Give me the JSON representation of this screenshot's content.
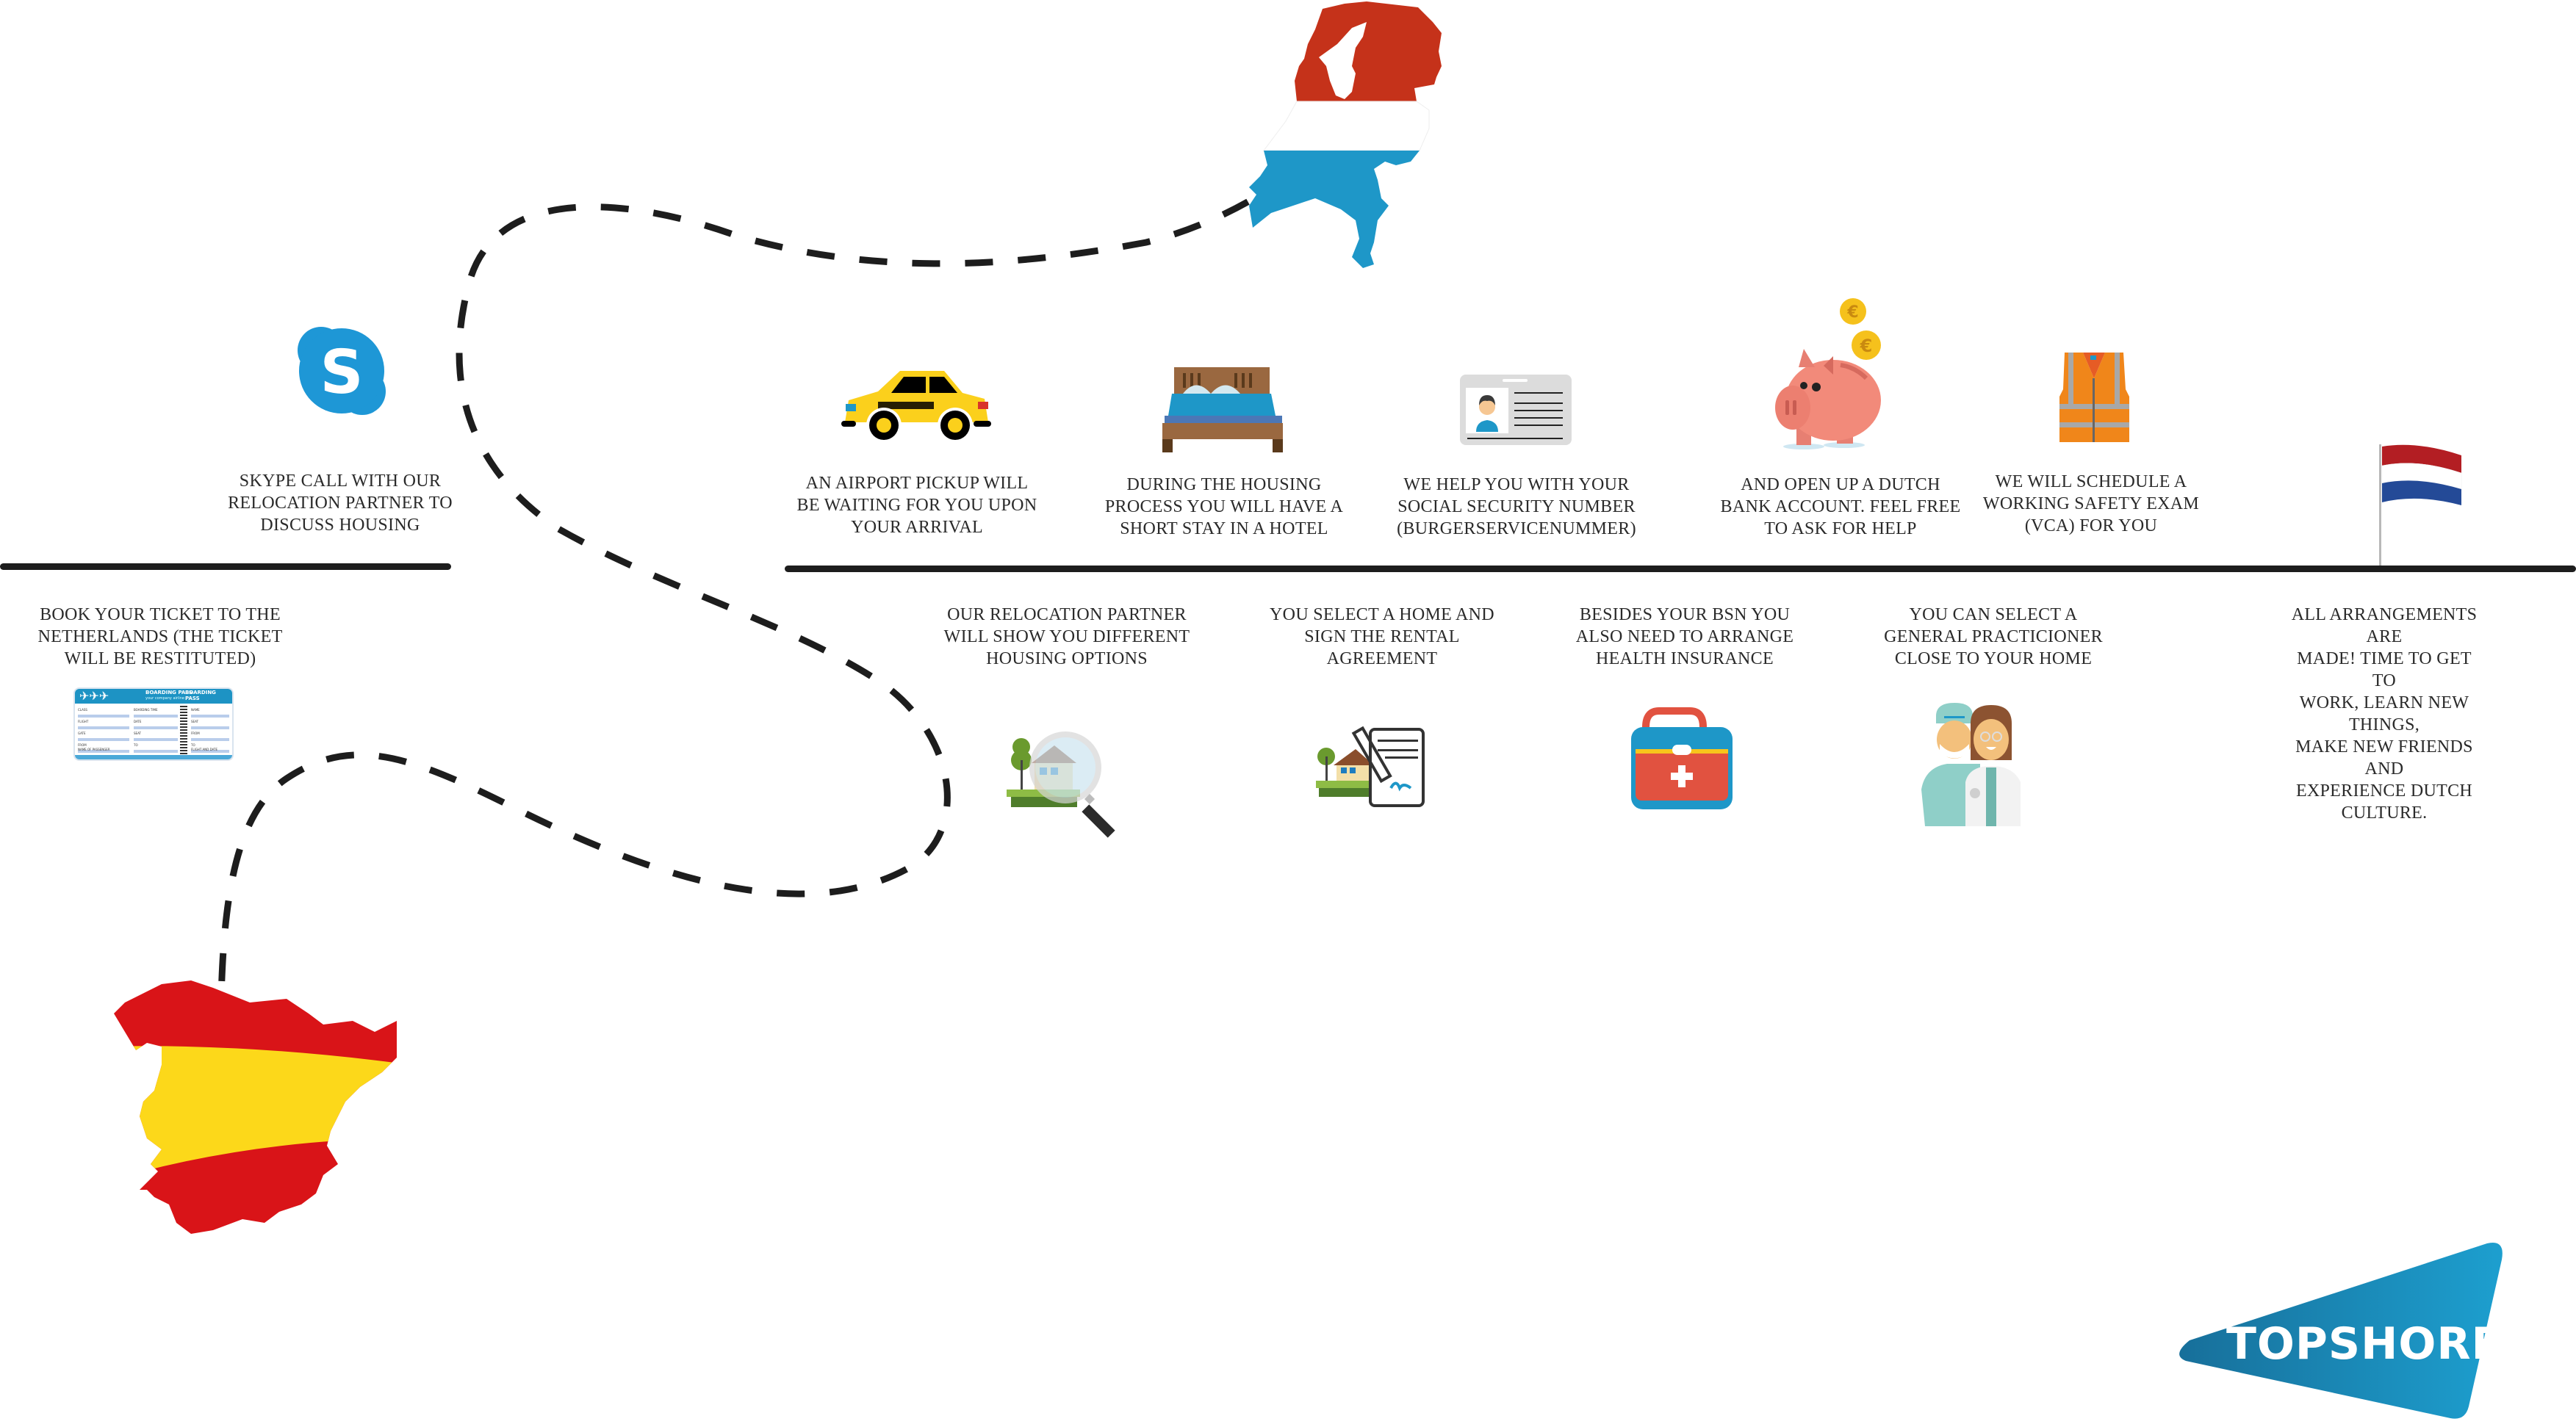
{
  "title": "Relocation journey from Spain to the Netherlands",
  "brand": {
    "name": "TOPSHORE",
    "color": "#1d93c4"
  },
  "colors": {
    "line": "#1d1d1d",
    "spain_red": "#d91418",
    "spain_yellow": "#fcd81a",
    "nl_red": "#c5321a",
    "nl_blue": "#1e97c8"
  },
  "origin": {
    "country": "Spain",
    "icon": "spain-map-icon"
  },
  "destination": {
    "country": "Netherlands",
    "icon": "netherlands-map-icon"
  },
  "steps_above": [
    {
      "id": "skype",
      "icon": "skype-icon",
      "text": "SKYPE CALL WITH OUR\nRELOCATION PARTNER TO\nDISCUSS HOUSING"
    },
    {
      "id": "airport",
      "icon": "taxi-icon",
      "text": "AN AIRPORT PICKUP WILL\nBE WAITING FOR YOU UPON\nYOUR ARRIVAL"
    },
    {
      "id": "hotel",
      "icon": "bed-icon",
      "text": "DURING THE HOUSING\nPROCESS YOU WILL HAVE A\nSHORT STAY IN A HOTEL"
    },
    {
      "id": "bsn",
      "icon": "id-card-icon",
      "text": "WE HELP YOU WITH YOUR\nSOCIAL SECURITY NUMBER\n(BURGERSERVICENUMMER)"
    },
    {
      "id": "bank",
      "icon": "piggy-bank-icon",
      "text": "AND OPEN UP A DUTCH\nBANK ACCOUNT. FEEL FREE\nTO ASK FOR HELP"
    },
    {
      "id": "vca",
      "icon": "safety-vest-icon",
      "text": "WE WILL SCHEDULE A\nWORKING SAFETY EXAM\n(VCA) FOR YOU"
    }
  ],
  "steps_below": [
    {
      "id": "ticket",
      "icon": "boarding-pass-icon",
      "text": "BOOK YOUR TICKET TO THE\nNETHERLANDS (THE TICKET\nWILL BE RESTITUTED)"
    },
    {
      "id": "housing-options",
      "icon": "house-search-icon",
      "text": "OUR RELOCATION PARTNER\nWILL SHOW YOU DIFFERENT\nHOUSING OPTIONS"
    },
    {
      "id": "rental",
      "icon": "rental-agreement-icon",
      "text": "YOU SELECT A HOME AND\nSIGN THE RENTAL\nAGREEMENT"
    },
    {
      "id": "insurance",
      "icon": "medical-kit-icon",
      "text": "BESIDES YOUR BSN YOU\nALSO NEED TO ARRANGE\nHEALTH INSURANCE"
    },
    {
      "id": "gp",
      "icon": "doctors-icon",
      "text": "YOU CAN SELECT A\nGENERAL PRACTICIONER\nCLOSE TO YOUR HOME"
    },
    {
      "id": "done",
      "icon": "dutch-flag-icon",
      "text": "ALL ARRANGEMENTS ARE\nMADE! TIME TO GET TO\nWORK, LEARN NEW THINGS,\nMAKE NEW FRIENDS AND\nEXPERIENCE DUTCH\nCULTURE."
    }
  ],
  "boarding_pass": {
    "header": "BOARDING PASS",
    "sub": "your company airline",
    "fields_left": [
      "CLASS",
      "FLIGHT",
      "GATE",
      "FROM",
      "NAME OF PASSENGER"
    ],
    "fields_mid": [
      "BOARDING TIME",
      "DATE",
      "SEAT",
      "TO"
    ],
    "fields_right": [
      "NAME",
      "SEAT",
      "FROM",
      "TO",
      "FLIGHT AND DATE"
    ]
  },
  "coin_symbol": "€"
}
